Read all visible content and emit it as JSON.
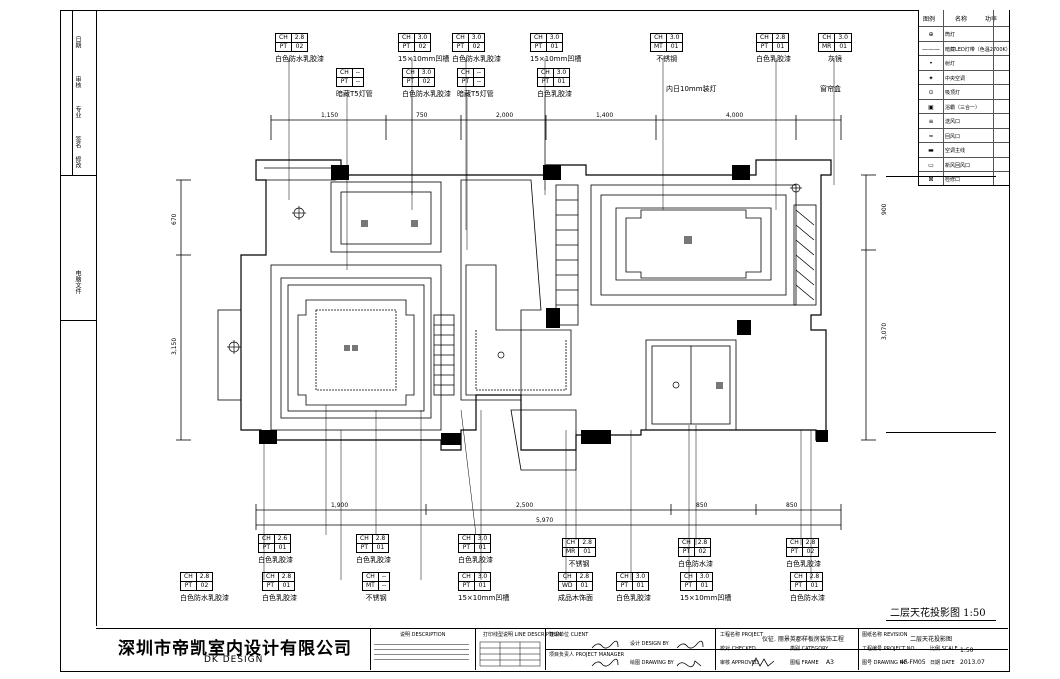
{
  "sidebar": {
    "labels": [
      "日期",
      "审核",
      "专业",
      "签名",
      "修改",
      "电脑文件"
    ]
  },
  "legend": {
    "header": [
      "图例",
      "名称",
      "功率"
    ],
    "items": [
      {
        "symbol": "downlight-icon",
        "label": "筒灯"
      },
      {
        "symbol": "led-strip-icon",
        "label": "暗藏LED灯带（色温2700K）"
      },
      {
        "symbol": "spot-icon",
        "label": "射灯"
      },
      {
        "symbol": "fan-icon",
        "label": "中央空调"
      },
      {
        "symbol": "ceiling-light-icon",
        "label": "吸顶灯"
      },
      {
        "symbol": "exhaust-icon",
        "label": "浴霸（三合一）"
      },
      {
        "symbol": "supply-vent-icon",
        "label": "送风口"
      },
      {
        "symbol": "return-vent-icon",
        "label": "回风口"
      },
      {
        "symbol": "ac-line-icon",
        "label": "空调主线"
      },
      {
        "symbol": "fresh-air-icon",
        "label": "新风回风口"
      },
      {
        "symbol": "access-panel-icon",
        "label": "检修口"
      }
    ]
  },
  "top_tags": [
    {
      "ch": "2.8",
      "pt": "02",
      "desc": "白色防水乳胶漆"
    },
    {
      "ch": "3.0",
      "pt": "02",
      "desc": "15×10mm凹槽"
    },
    {
      "ch": "3.0",
      "pt": "02",
      "desc": "白色防水乳胶漆"
    },
    {
      "ch": "3.0",
      "pt": "01",
      "desc": "15×10mm凹槽"
    },
    {
      "ch": "3.0",
      "mt": "01",
      "desc": "不锈钢"
    },
    {
      "ch": "2.8",
      "pt": "01",
      "desc": "白色乳胶漆"
    },
    {
      "ch": "3.0",
      "mr": "01",
      "desc": "灰镜"
    }
  ],
  "top_tags_row2": [
    {
      "ch": "--",
      "pt": "--",
      "desc": "暗藏T5灯管"
    },
    {
      "ch": "3.0",
      "pt": "02",
      "desc": "白色防水乳胶漆"
    },
    {
      "ch": "--",
      "pt": "--",
      "desc": "暗藏T5灯管"
    },
    {
      "ch": "3.0",
      "pt": "01",
      "desc": "白色乳胶漆"
    }
  ],
  "top_notes": [
    "内日10mm装灯",
    "窗帘盒"
  ],
  "bottom_tags_row1": [
    {
      "ch": "2.6",
      "pt": "01",
      "desc": "白色乳胶漆"
    },
    {
      "ch": "2.8",
      "pt": "01",
      "desc": "白色乳胶漆"
    },
    {
      "ch": "3.0",
      "pt": "01",
      "desc": "白色乳胶漆"
    },
    {
      "ch": "2.8",
      "mr": "01",
      "desc": "不锈钢"
    },
    {
      "ch": "2.8",
      "pt": "02",
      "desc": "白色防水漆"
    },
    {
      "ch": "2.8",
      "pt": "02",
      "desc": "白色乳胶漆"
    }
  ],
  "bottom_tags_row2": [
    {
      "ch": "2.8",
      "pt": "02",
      "desc": "白色防水乳胶漆"
    },
    {
      "ch": "2.8",
      "pt": "01",
      "desc": "白色乳胶漆"
    },
    {
      "ch": "--",
      "mt": "--",
      "desc": "不锈钢"
    },
    {
      "ch": "3.0",
      "pt": "01",
      "desc": "15×10mm凹槽"
    },
    {
      "ch": "2.8",
      "wd": "01",
      "desc": "成品木饰面"
    },
    {
      "ch": "3.0",
      "pt": "01",
      "desc": "白色乳胶漆"
    },
    {
      "ch": "3.0",
      "pt": "01",
      "desc": "15×10mm凹槽"
    },
    {
      "ch": "2.8",
      "pt": "01",
      "desc": "白色防水漆"
    }
  ],
  "drawing": {
    "title": "二层天花投影图 1:50"
  },
  "title_block": {
    "company_cn": "深圳市帝凯室内设计有限公司",
    "company_en": "DK    DESIGN",
    "notes_head": "说明 DESCRIPTION",
    "revision_head": "打印线型说明 LINE DESCRIPTION",
    "client_label": "建设单位 CLIENT",
    "designer_label": "设计 DESIGN BY",
    "drawing_by_label": "绘图 DRAWING BY",
    "manager_label": "项目负责人 PROJECT MANAGER",
    "project_label": "工程名称 PROJECT",
    "project_name": "仪征. 丽景英郡样板房装饰工程",
    "checked_label": "校对 CHECKED",
    "approved_label": "审核 APPROVED",
    "category_label": "类别 CATEGORY",
    "frame_label": "图幅 FRAME",
    "frame_value": "A3",
    "sheet_label": "图纸名称 REVISION",
    "sheet_name": "二层天花投影图",
    "project_no_label": "工程编号 PROJECT NO.",
    "drawing_no_label": "图号 DRAWING NO.",
    "drawing_no": "4F-FM05",
    "scale_label": "比例 SCALE",
    "scale_value": "1:50",
    "date_label": "日期 DATE",
    "date_value": "2013.07"
  }
}
